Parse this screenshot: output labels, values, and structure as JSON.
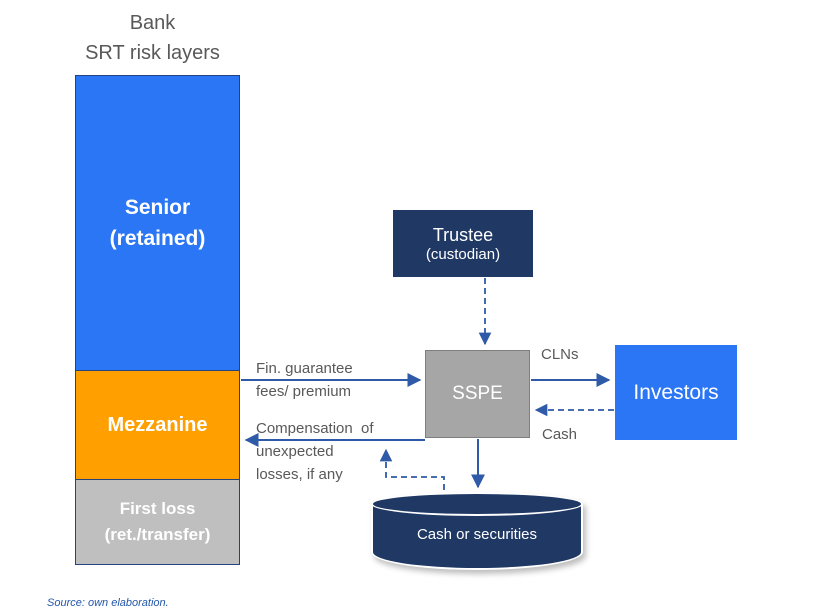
{
  "colors": {
    "senior_blue": "#2B76F5",
    "mezzanine_orange": "#FFA000",
    "first_loss_gray": "#BFBFBF",
    "navy": "#1F3864",
    "sspe_gray": "#A6A6A6",
    "arrow_blue": "#2E5AA8",
    "label_gray": "#595959",
    "source_blue": "#2356A8"
  },
  "title": "Bank\nSRT risk layers",
  "risk_bar": {
    "senior": "Senior\n(retained)",
    "mezzanine": "Mezzanine",
    "first_loss": "First loss\n(ret./transfer)"
  },
  "nodes": {
    "trustee": {
      "title": "Trustee",
      "subtitle": "(custodian)"
    },
    "sspe": {
      "label": "SSPE"
    },
    "investors": {
      "label": "Investors"
    },
    "cash_store": {
      "label": "Cash or securities"
    }
  },
  "flows": {
    "fees": "Fin. guarantee\nfees/ premium",
    "compensation": "Compensation  of\nunexpected\nlosses, if any",
    "clns": "CLNs",
    "cash": "Cash"
  },
  "source_note": "Source: own elaboration."
}
